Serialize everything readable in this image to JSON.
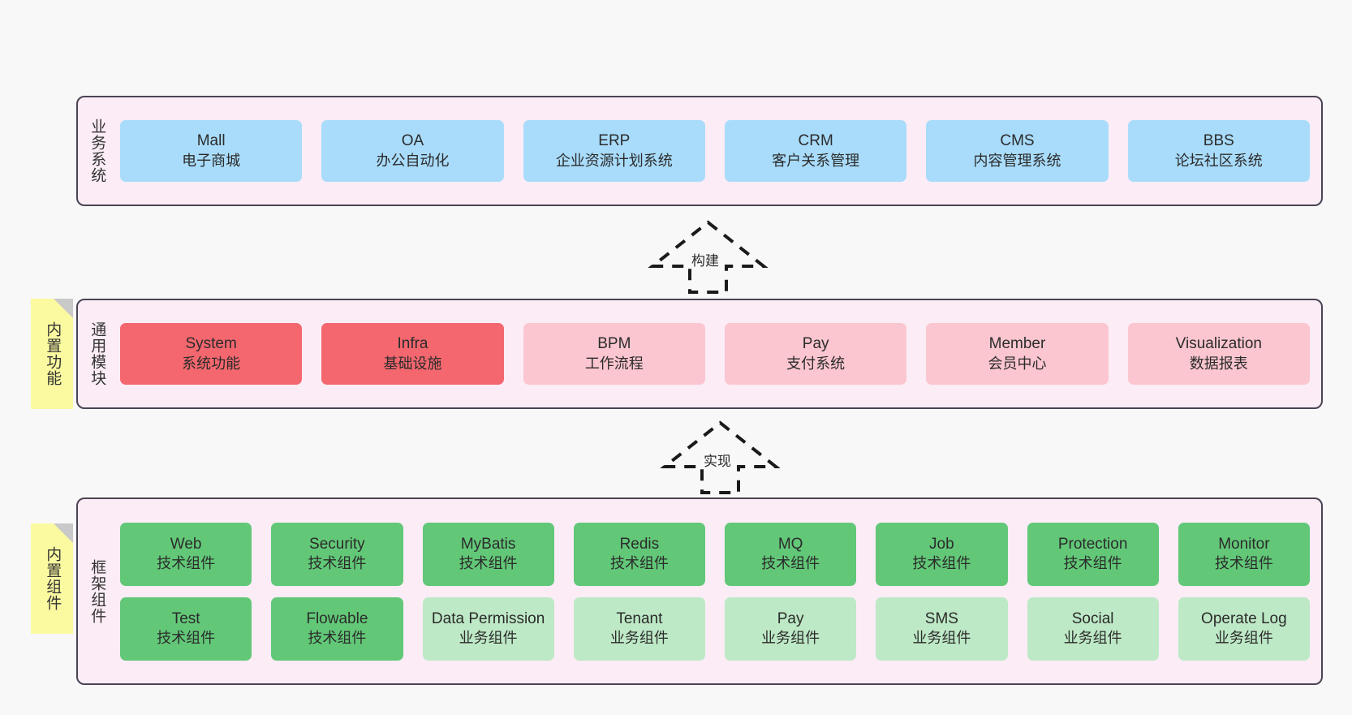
{
  "diagram": {
    "background_color": "#f8f8f8",
    "panel_color": "#fbecf6",
    "panel_border_color": "#4a4453",
    "note_color": "#fbfaa0",
    "note_fold_color": "#c9c9c9"
  },
  "layers": [
    {
      "id": "business-systems",
      "title": "业务系统",
      "note": null,
      "rows": [
        {
          "cells": [
            {
              "en": "Mall",
              "cn": "电子商城",
              "color": "#a9dcfb",
              "style": "c-blue"
            },
            {
              "en": "OA",
              "cn": "办公自动化",
              "color": "#a9dcfb",
              "style": "c-blue"
            },
            {
              "en": "ERP",
              "cn": "企业资源计划系统",
              "color": "#a9dcfb",
              "style": "c-blue"
            },
            {
              "en": "CRM",
              "cn": "客户关系管理",
              "color": "#a9dcfb",
              "style": "c-blue"
            },
            {
              "en": "CMS",
              "cn": "内容管理系统",
              "color": "#a9dcfb",
              "style": "c-blue"
            },
            {
              "en": "BBS",
              "cn": "论坛社区系统",
              "color": "#a9dcfb",
              "style": "c-blue"
            }
          ]
        }
      ]
    },
    {
      "id": "common-modules",
      "title": "通用模块",
      "note": "内置功能",
      "rows": [
        {
          "cells": [
            {
              "en": "System",
              "cn": "系统功能",
              "color": "#f4676e",
              "style": "c-red"
            },
            {
              "en": "Infra",
              "cn": "基础设施",
              "color": "#f4676e",
              "style": "c-red"
            },
            {
              "en": "BPM",
              "cn": "工作流程",
              "color": "#fbc6cf",
              "style": "c-pink"
            },
            {
              "en": "Pay",
              "cn": "支付系统",
              "color": "#fbc6cf",
              "style": "c-pink"
            },
            {
              "en": "Member",
              "cn": "会员中心",
              "color": "#fbc6cf",
              "style": "c-pink"
            },
            {
              "en": "Visualization",
              "cn": "数据报表",
              "color": "#fbc6cf",
              "style": "c-pink"
            }
          ]
        }
      ]
    },
    {
      "id": "framework-components",
      "title": "框架组件",
      "note": "内置组件",
      "rows": [
        {
          "cells": [
            {
              "en": "Web",
              "cn": "技术组件",
              "color": "#62c878",
              "style": "c-green"
            },
            {
              "en": "Security",
              "cn": "技术组件",
              "color": "#62c878",
              "style": "c-green"
            },
            {
              "en": "MyBatis",
              "cn": "技术组件",
              "color": "#62c878",
              "style": "c-green"
            },
            {
              "en": "Redis",
              "cn": "技术组件",
              "color": "#62c878",
              "style": "c-green"
            },
            {
              "en": "MQ",
              "cn": "技术组件",
              "color": "#62c878",
              "style": "c-green"
            },
            {
              "en": "Job",
              "cn": "技术组件",
              "color": "#62c878",
              "style": "c-green"
            },
            {
              "en": "Protection",
              "cn": "技术组件",
              "color": "#62c878",
              "style": "c-green"
            },
            {
              "en": "Monitor",
              "cn": "技术组件",
              "color": "#62c878",
              "style": "c-green"
            }
          ]
        },
        {
          "cells": [
            {
              "en": "Test",
              "cn": "技术组件",
              "color": "#62c878",
              "style": "c-green"
            },
            {
              "en": "Flowable",
              "cn": "技术组件",
              "color": "#62c878",
              "style": "c-green"
            },
            {
              "en": "Data Permission",
              "cn": "业务组件",
              "color": "#bee9c6",
              "style": "c-lightgreen"
            },
            {
              "en": "Tenant",
              "cn": "业务组件",
              "color": "#bee9c6",
              "style": "c-lightgreen"
            },
            {
              "en": "Pay",
              "cn": "业务组件",
              "color": "#bee9c6",
              "style": "c-lightgreen"
            },
            {
              "en": "SMS",
              "cn": "业务组件",
              "color": "#bee9c6",
              "style": "c-lightgreen"
            },
            {
              "en": "Social",
              "cn": "业务组件",
              "color": "#bee9c6",
              "style": "c-lightgreen"
            },
            {
              "en": "Operate Log",
              "cn": "业务组件",
              "color": "#bee9c6",
              "style": "c-lightgreen"
            }
          ]
        }
      ]
    }
  ],
  "connectors": [
    {
      "id": "build",
      "label": "构建",
      "from": "common-modules",
      "to": "business-systems"
    },
    {
      "id": "implement",
      "label": "实现",
      "from": "framework-components",
      "to": "common-modules"
    }
  ]
}
